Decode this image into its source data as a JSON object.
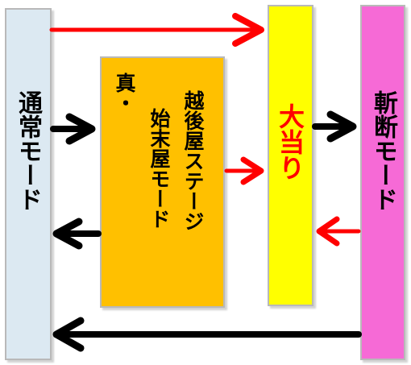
{
  "nodes": {
    "normal_mode": "通常モード",
    "echigo_stage": "越後屋ステージ",
    "shin": "真・",
    "shimatsuya_mode": "始末屋モード",
    "shin_shimatsuya_mode": "始末屋モード",
    "jackpot": "大当り",
    "zanmode": "斬断モード"
  },
  "colors": {
    "normal_mode_fill": "#dce9f2",
    "echigo_fill": "#ffc000",
    "jackpot_fill": "#ffff00",
    "zanmode_fill": "#f66ad6",
    "jackpot_text": "#ff0000",
    "arrow_red": "#ff0000",
    "arrow_black": "#000000"
  }
}
